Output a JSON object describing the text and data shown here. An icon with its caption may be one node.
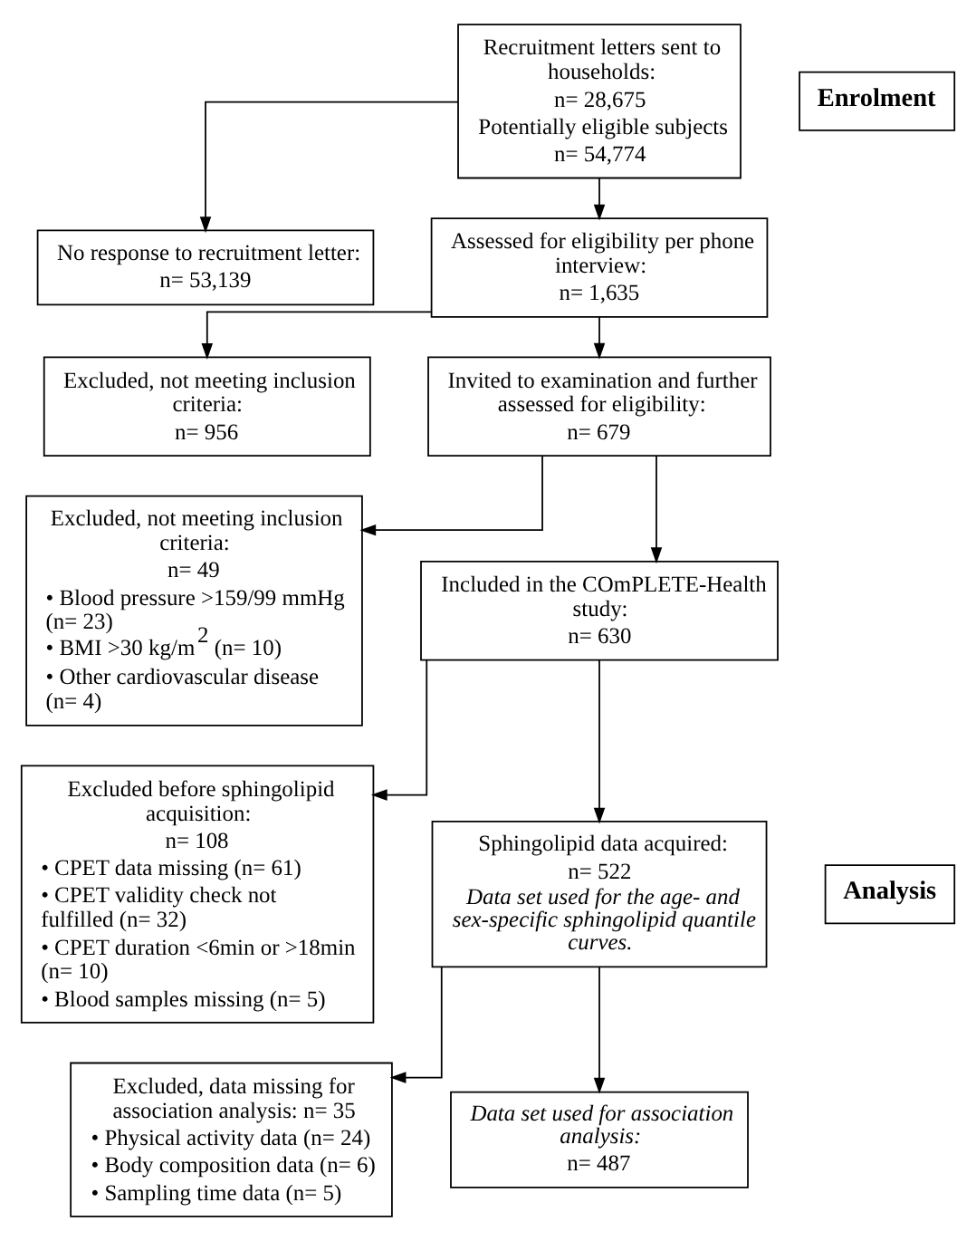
{
  "diagram": {
    "nodes": [
      {
        "text": [
          "Recruitment letters sent to households:",
          "n= 28,675",
          "Potentially eligible subjects",
          "n= 54,774"
        ]
      },
      {
        "text": [
          "Enrolment"
        ]
      },
      {
        "text": [
          "No response to recruitment letter:",
          "n= 53,139"
        ]
      },
      {
        "text": [
          "Assessed for eligibility per phone interview:",
          "n= 1,635"
        ]
      },
      {
        "text": [
          "Excluded, not meeting inclusion criteria:",
          "n= 956"
        ]
      },
      {
        "text": [
          "Invited to examination and further assessed for eligibility:",
          "n= 679"
        ]
      },
      {
        "text": [
          "Excluded, not meeting inclusion criteria:",
          "n= 49",
          "• Blood pressure >159/99 mmHg (n= 23)",
          "• BMI >30 kg/m$^{2}$ (n= 10)",
          "• Other cardiovascular disease (n= 4)"
        ]
      },
      {
        "text": [
          "Included in the COmPLETE-Health study:",
          "n= 630"
        ]
      },
      {
        "text": [
          "Analysis"
        ]
      },
      {
        "text": [
          "Excluded before sphingolipid acquisition:",
          "n= 108",
          "• CPET data missing (n= 61)",
          "• CPET validity check not fulfilled (n= 32)",
          "• CPET duration <6min or >18min (n= 10)",
          "• Blood samples missing (n= 5)"
        ]
      },
      {
        "text": [
          "Sphingolipid data acquired:",
          "n= 522",
          "Data set used for the age- and sex-specific sphingolipid quantile curves."
        ]
      },
      {
        "text": [
          "Excluded, data missing for association analysis: n= 35",
          "• Physical activity data (n= 24)",
          "• Body composition data (n= 6)",
          "• Sampling time data (n= 5)"
        ]
      },
      {
        "text": [
          "Data set used for association analysis:",
          "n= 487"
        ]
      }
    ],
    "edges": [
      {
        "from": 0,
        "to": 3,
        "arrow": "to"
      },
      {
        "from": 0,
        "to": 2,
        "arrow": "to"
      },
      {
        "from": 3,
        "to": 5,
        "arrow": "to"
      },
      {
        "from": 3,
        "to": 4,
        "arrow": "to"
      },
      {
        "from": 5,
        "to": 7,
        "arrow": "to"
      },
      {
        "from": 5,
        "to": 6,
        "arrow": "to"
      },
      {
        "from": 7,
        "to": 10,
        "arrow": "to"
      },
      {
        "from": 7,
        "to": 9,
        "arrow": "to"
      },
      {
        "from": 10,
        "to": 12,
        "arrow": "to"
      },
      {
        "from": 10,
        "to": 11,
        "arrow": "to"
      }
    ]
  }
}
